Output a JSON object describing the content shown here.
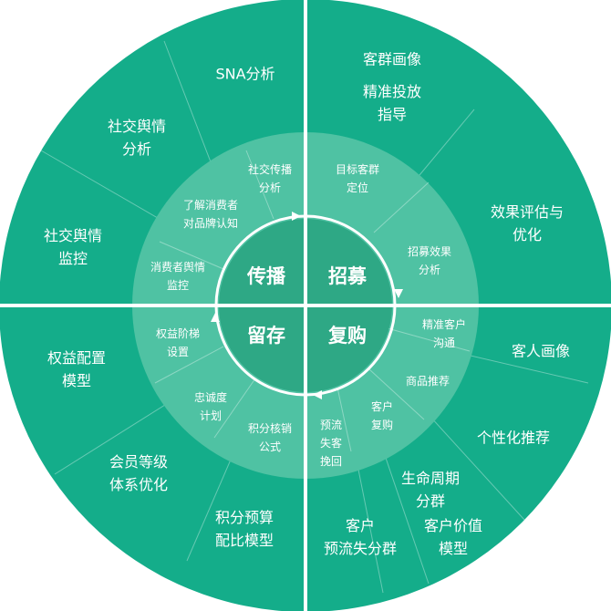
{
  "colors": {
    "outer_ring": "#14ad8a",
    "middle_ring": "#4fc2a3",
    "core": "#2ea885",
    "divider": "#ffffff"
  },
  "core_quadrants": [
    "传播",
    "招募",
    "留存",
    "复购"
  ],
  "middle_ring_items": [
    "社交传播\n分析",
    "目标客群\n定位",
    "了解消费者\n对品牌认知",
    "招募效果\n分析",
    "消费者舆情\n监控",
    "精准客户\n沟通",
    "权益阶梯\n设置",
    "商品推荐",
    "忠诚度\n计划",
    "积分核销\n公式",
    "客户\n复购",
    "预流\n失客\n挽回"
  ],
  "outer_ring_items": [
    "SNA分析",
    "客群画像",
    "精准投放\n指导",
    "社交舆情\n分析",
    "效果评估与\n优化",
    "社交舆情\n监控",
    "权益配置\n模型",
    "客人画像",
    "个性化推荐",
    "会员等级\n体系优化",
    "生命周期\n分群",
    "积分预算\n配比模型",
    "客户\n预流失分群",
    "客户价值\n模型"
  ]
}
